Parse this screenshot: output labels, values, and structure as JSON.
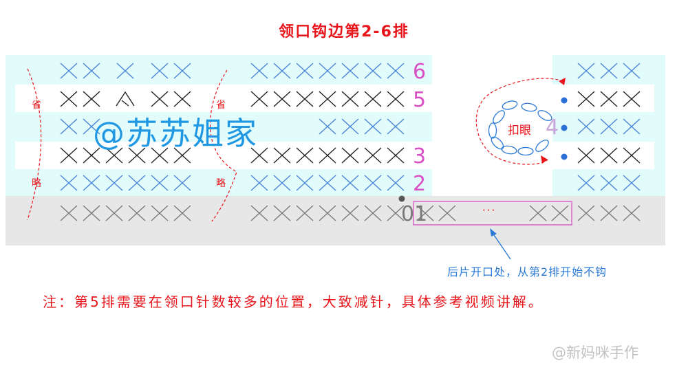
{
  "title": "领口钩边第2-6排",
  "note": "注：第5排需要在领口针数较多的位置，大致减针，具体参考视频讲解。",
  "caption": "后片开口处，从第2排开始不钩",
  "labels": {
    "omit_top": "省",
    "omit_bottom": "略",
    "buttonhole": "扣眼",
    "ellipsis": "···"
  },
  "row_numbers": [
    "6",
    "5",
    "4",
    "3",
    "2",
    "01"
  ],
  "watermark_main": "@苏苏姐家",
  "watermark_corner": "@新妈咪手作",
  "colors": {
    "red": "#e8141a",
    "blue": "#2a7ad6",
    "black_stitch": "#222222",
    "blue_stitch": "#4a86d8",
    "grey_stitch": "#7a7a7a",
    "cyan_band": "#e2fbfb",
    "grey_band": "#e7e7e7",
    "magenta": "#d94fc4"
  },
  "legend_icons": [
    "single-crochet-x",
    "decrease-caret",
    "buttonhole-loop",
    "bead-dot"
  ]
}
